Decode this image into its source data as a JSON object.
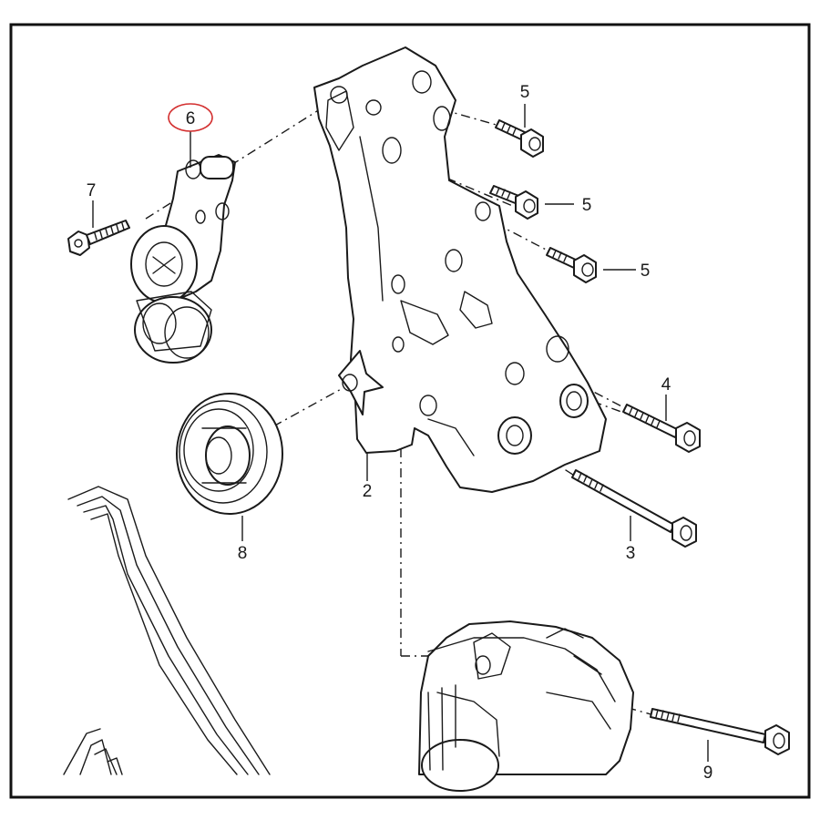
{
  "highlight_color": "#d32f2f",
  "line_color": "#1a1a1a",
  "callouts": {
    "c2": "2",
    "c3": "3",
    "c4": "4",
    "c5a": "5",
    "c5b": "5",
    "c5c": "5",
    "c6": "6",
    "c7": "7",
    "c8": "8",
    "c9": "9"
  },
  "highlighted_callout": "6"
}
